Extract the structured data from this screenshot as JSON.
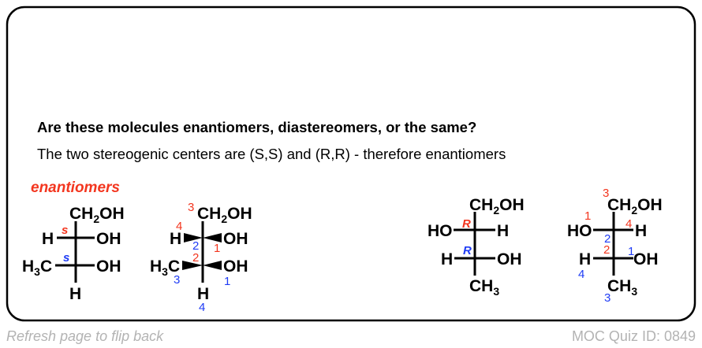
{
  "question": "Are these molecules enantiomers, diastereomers, or the same?",
  "explanation": "The two stereogenic centers are (S,S) and (R,R) - therefore enantiomers",
  "answer": "enantiomers",
  "footer": {
    "refresh": "Refresh page to flip back",
    "quiz_id": "MOC Quiz ID: 0849"
  },
  "atoms": {
    "ch2oh": [
      "CH",
      "2",
      "OH"
    ],
    "h3c": [
      "H",
      "3",
      "C"
    ],
    "ch3": [
      "CH",
      "3"
    ],
    "oh": "OH",
    "ho": "HO",
    "h": "H"
  },
  "molecule1": {
    "config_top": "s",
    "config_bottom": "s"
  },
  "molecule2": {
    "red": [
      "3",
      "4",
      "1",
      "2"
    ],
    "blue": [
      "2",
      "3",
      "1",
      "4"
    ]
  },
  "molecule3": {
    "config_top": "R",
    "config_bottom": "R"
  },
  "molecule4": {
    "red": [
      "3",
      "1",
      "4",
      "2"
    ],
    "blue": [
      "2",
      "1",
      "4",
      "3"
    ]
  },
  "colors": {
    "red": "#f3361f",
    "blue": "#1f3cf5",
    "gray": "#b3b3b3"
  }
}
